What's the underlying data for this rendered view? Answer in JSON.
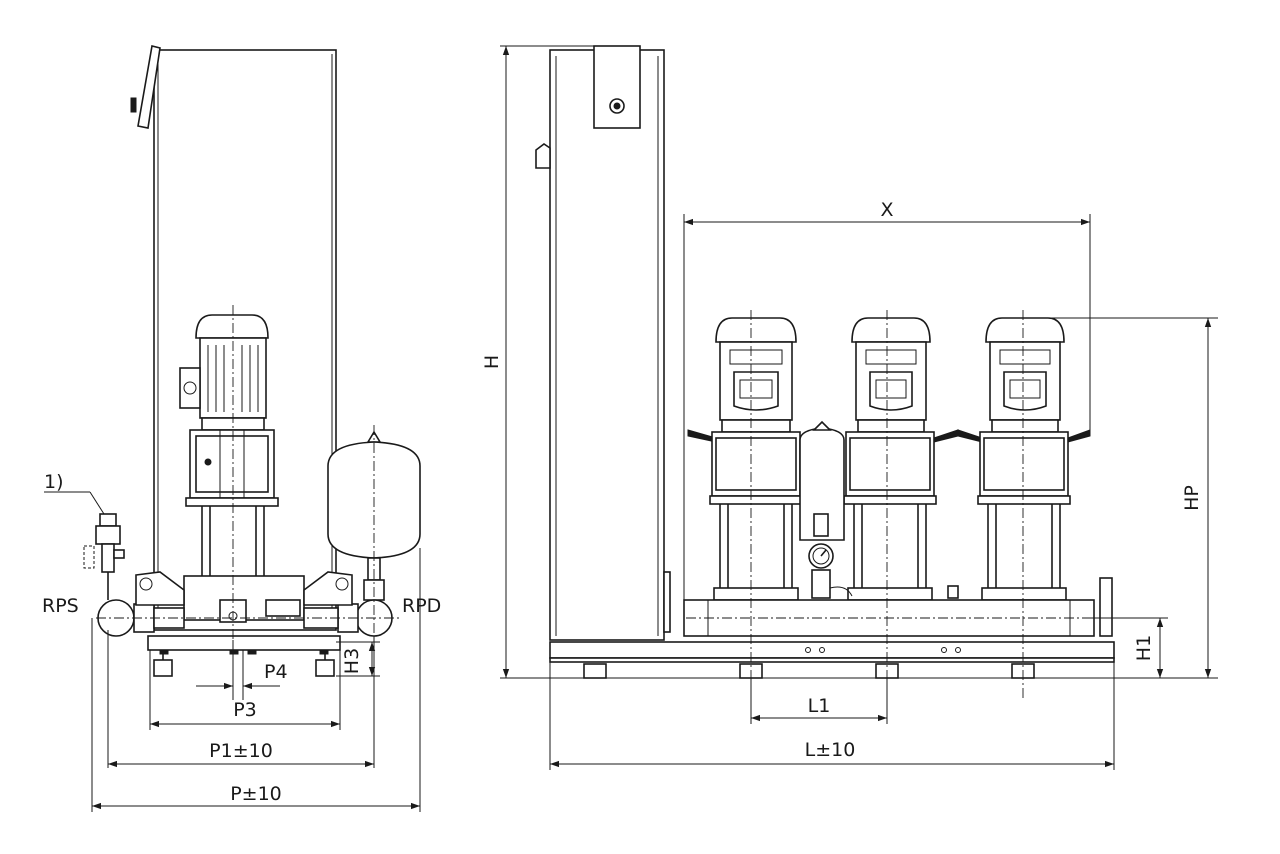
{
  "figure": {
    "labels": {
      "note": "1)",
      "rps": "RPS",
      "rpd": "RPD",
      "h": "H",
      "h1": "H1",
      "h3": "H3",
      "hp": "HP",
      "x": "X",
      "l1": "L1",
      "l": "L±10",
      "p": "P±10",
      "p1": "P1±10",
      "p3": "P3",
      "p4": "P4"
    }
  }
}
